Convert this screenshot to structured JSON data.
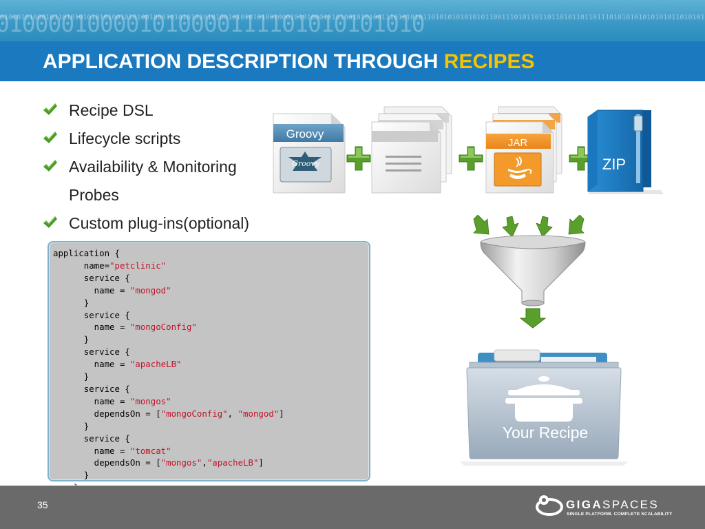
{
  "slide": {
    "title_main": "APPLICATION DESCRIPTION THROUGH ",
    "title_accent": "RECIPES",
    "number": "35",
    "accent_color": "#f5c400",
    "title_bar_color": "#1a79bf"
  },
  "banner": {
    "binary_big": "010000100001010000111101010101010",
    "binary_small": "0101010100010110101010101010010101001000101010101010100101010101001000101010001010100101010011101010101101010101010101100111010110110110101101101110101010101010101101010110101001010"
  },
  "bullets": [
    {
      "text": "Recipe DSL",
      "icon": "checkmark-icon"
    },
    {
      "text": "Lifecycle scripts",
      "icon": "checkmark-icon"
    },
    {
      "text": "Availability & Monitoring",
      "continuation": "Probes",
      "icon": "checkmark-icon"
    },
    {
      "text": "Custom plug-ins(optional)",
      "icon": "checkmark-icon"
    }
  ],
  "code": [
    [
      {
        "t": "application {"
      }
    ],
    [
      {
        "t": "      name="
      },
      {
        "t": "\"petclinic\"",
        "s": true
      }
    ],
    [
      {
        "t": "      service {"
      }
    ],
    [
      {
        "t": "        name = "
      },
      {
        "t": "\"mongod\"",
        "s": true
      }
    ],
    [
      {
        "t": "      }"
      }
    ],
    [
      {
        "t": "      service {"
      }
    ],
    [
      {
        "t": "        name = "
      },
      {
        "t": "\"mongoConfig\"",
        "s": true
      }
    ],
    [
      {
        "t": "      }"
      }
    ],
    [
      {
        "t": "      service {"
      }
    ],
    [
      {
        "t": "        name = "
      },
      {
        "t": "\"apacheLB\"",
        "s": true
      }
    ],
    [
      {
        "t": "      }"
      }
    ],
    [
      {
        "t": "      service {"
      }
    ],
    [
      {
        "t": "        name = "
      },
      {
        "t": "\"mongos\"",
        "s": true
      }
    ],
    [
      {
        "t": "        dependsOn = ["
      },
      {
        "t": "\"mongoConfig\"",
        "s": true
      },
      {
        "t": ", "
      },
      {
        "t": "\"mongod\"",
        "s": true
      },
      {
        "t": "]"
      }
    ],
    [
      {
        "t": "      }"
      }
    ],
    [
      {
        "t": "      service {"
      }
    ],
    [
      {
        "t": "        name = "
      },
      {
        "t": "\"tomcat\"",
        "s": true
      }
    ],
    [
      {
        "t": "        dependsOn = ["
      },
      {
        "t": "\"mongos\"",
        "s": true
      },
      {
        "t": ","
      },
      {
        "t": "\"apacheLB\"",
        "s": true
      },
      {
        "t": "]"
      }
    ],
    [
      {
        "t": "      }"
      }
    ],
    [
      {
        "t": "    }"
      }
    ]
  ],
  "code_string_color": "#c4122a",
  "diagram": {
    "groovy_label": "Groovy",
    "groovy_logo_text": "Groovy",
    "jar_label": "JAR",
    "zip_label": "ZIP",
    "recipe_label": "Your Recipe",
    "icons": [
      "groovy-file-icon",
      "script-files-icon",
      "jar-files-icon",
      "zip-folder-icon",
      "funnel-icon",
      "recipe-folder-icon",
      "cooking-pot-icon"
    ],
    "plus_color": "#5a9e2c",
    "arrow_color": "#5a9e2c"
  },
  "footer": {
    "logo_bold": "GIGA",
    "logo_thin": "SPACES",
    "tagline": "SINGLE PLATFORM. COMPLETE SCALABILITY",
    "background": "#6a6a6a"
  }
}
